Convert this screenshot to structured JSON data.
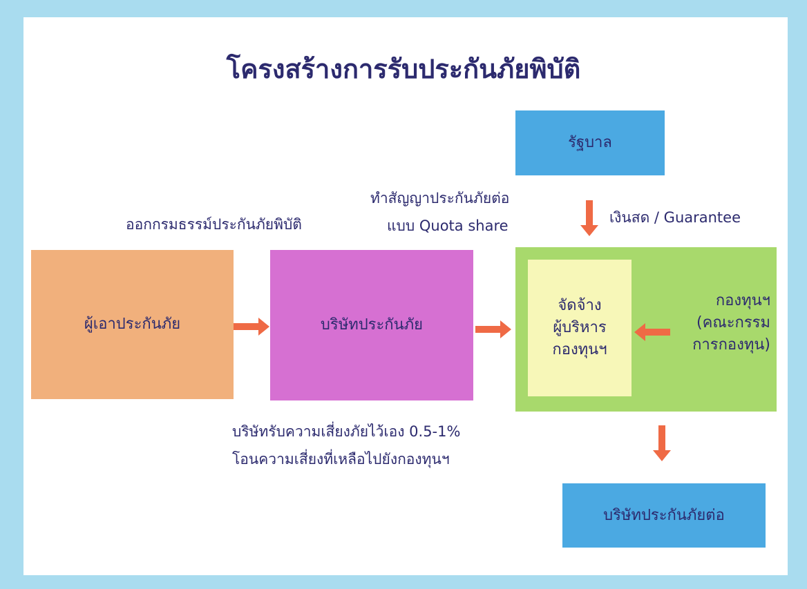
{
  "title": "โครงสร้างการรับประกันภัยพิบัติ",
  "nodes": {
    "government": "รัฐบาล",
    "insured": "ผู้เอาประกันภัย",
    "insurer": "บริษัทประกันภัย",
    "fund_manager": [
      "จัดจ้าง",
      "ผู้บริหาร",
      "กองทุนฯ"
    ],
    "fund": [
      "กองทุนฯ",
      "(คณะกรรม",
      "การกองทุน)"
    ],
    "reinsurer": "บริษัทประกันภัยต่อ"
  },
  "labels": {
    "issue_policy": "ออกกรมธรรม์ประกันภัยพิบัติ",
    "reinsurance_contract": [
      "ทำสัญญาประกันภัยต่อ",
      "แบบ Quota share"
    ],
    "cash_guarantee": "เงินสด / Guarantee",
    "retention": [
      "บริษัทรับความเสี่ยงภัยไว้เอง 0.5-1%",
      "โอนความเสี่ยงที่เหลือไปยังกองทุนฯ"
    ]
  },
  "colors": {
    "government": "#4ba9e2",
    "insured": "#f1b07c",
    "insurer": "#d670d2",
    "fund": "#a8d96c",
    "manager": "#f7f7b8",
    "arrow": "#ef6a45"
  }
}
